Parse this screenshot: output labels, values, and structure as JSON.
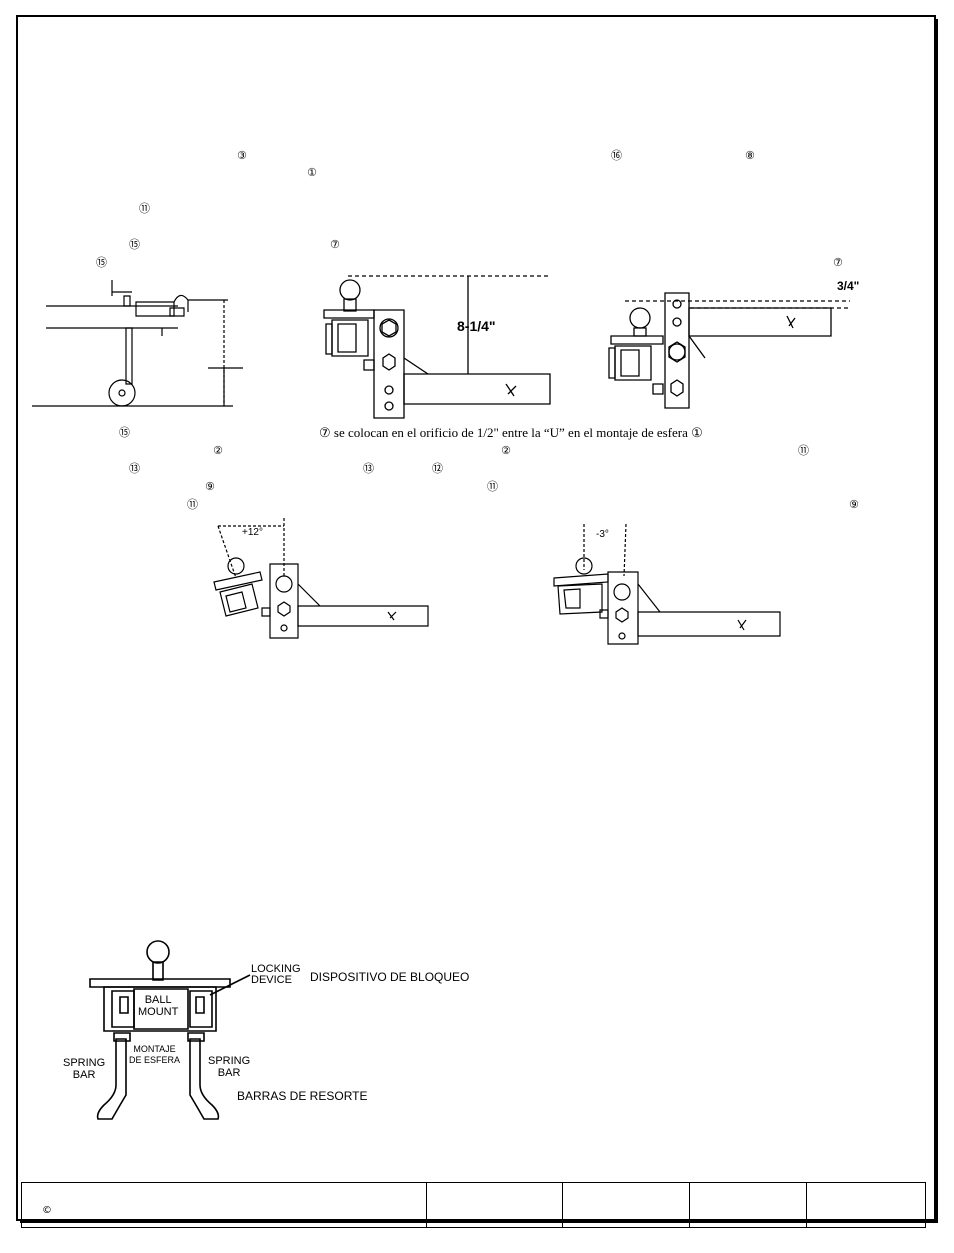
{
  "callouts": {
    "c3": "③",
    "c16": "⑯",
    "c8": "⑧",
    "c1": "①",
    "c11_a": "⑪",
    "c15_a": "⑮",
    "c7_a": "⑦",
    "c15_b": "⑮",
    "c7_b": "⑦",
    "c15_c": "⑮",
    "c2_a": "②",
    "c2_b": "②",
    "c11_b": "⑪",
    "c13_a": "⑬",
    "c13_b": "⑬",
    "c12": "⑫",
    "c9_a": "⑨",
    "c11_c": "⑪",
    "c11_d": "⑪",
    "c9_b": "⑨"
  },
  "caption_line": "⑦ se colocan en el orificio de 1/2\" entre la “U” en el montaje de esfera ①",
  "figures": {
    "height_label": "8-1/4\"",
    "offset_label": "3/4\"",
    "tilt_plus": "+12°",
    "tilt_minus": "-3°",
    "locking_device_en": "LOCKING\nDEVICE",
    "locking_device_es": "DISPOSITIVO DE BLOQUEO",
    "ball_mount_en": "BALL\nMOUNT",
    "ball_mount_es": "MONTAJE\nDE ESFERA",
    "spring_bar_left": "SPRING\nBAR",
    "spring_bar_right": "SPRING\nBAR",
    "spring_bars_es": "BARRAS DE RESORTE"
  },
  "footer": {
    "copyright": "©"
  }
}
